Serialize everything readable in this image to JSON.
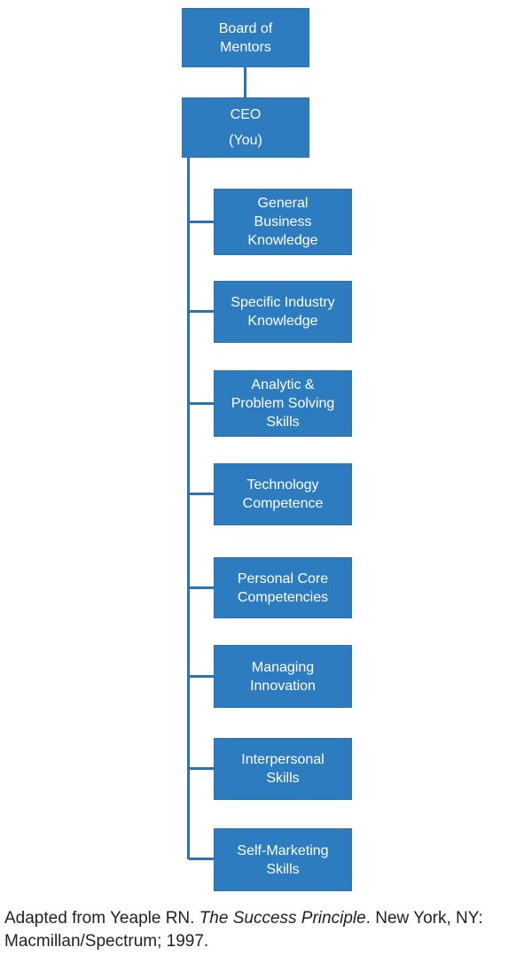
{
  "chart": {
    "type": "org-hierarchy",
    "root": {
      "label": "Board of\nMentors"
    },
    "ceo": {
      "label": "CEO\n(You)"
    },
    "children": [
      {
        "label": "General\nBusiness\nKnowledge"
      },
      {
        "label": "Specific Industry\nKnowledge"
      },
      {
        "label": "Analytic &\nProblem Solving\nSkills"
      },
      {
        "label": "Technology\nCompetence"
      },
      {
        "label": "Personal Core\nCompetencies"
      },
      {
        "label": "Managing\nInnovation"
      },
      {
        "label": "Interpersonal\nSkills"
      },
      {
        "label": "Self-Marketing\nSkills"
      }
    ],
    "colors": {
      "box_fill": "#2d7cbf",
      "box_border": "#2a70ad",
      "connector": "#2a74b4",
      "box_text": "#ffffff",
      "citation_text": "#231f20",
      "background": "#ffffff"
    }
  },
  "citation": {
    "prefix": "Adapted from Yeaple RN. ",
    "title_italic": "The Success Principle",
    "suffix": ". New York, NY: Macmillan/Spectrum; 1997."
  }
}
